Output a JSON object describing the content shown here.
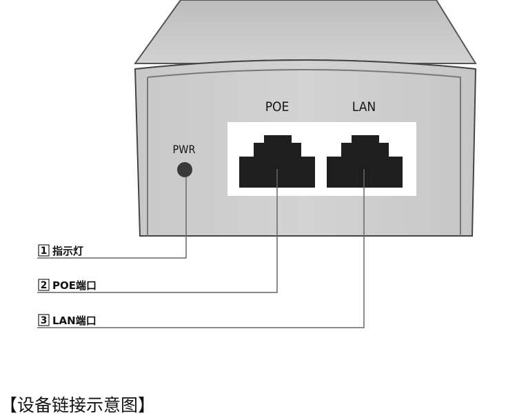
{
  "device": {
    "pwr_label": "PWR",
    "ports": [
      {
        "label": "POE"
      },
      {
        "label": "LAN"
      }
    ],
    "colors": {
      "body": "#c9c9c9",
      "face": "#cfcfcf",
      "port_panel": "#ffffff",
      "port": "#1e1e1e",
      "led": "#3a3a3a"
    }
  },
  "callouts": [
    {
      "number": "1",
      "text": "指示灯"
    },
    {
      "number": "2",
      "text": "POE端口"
    },
    {
      "number": "3",
      "text": "LAN端口"
    }
  ],
  "caption": "【设备链接示意图】"
}
